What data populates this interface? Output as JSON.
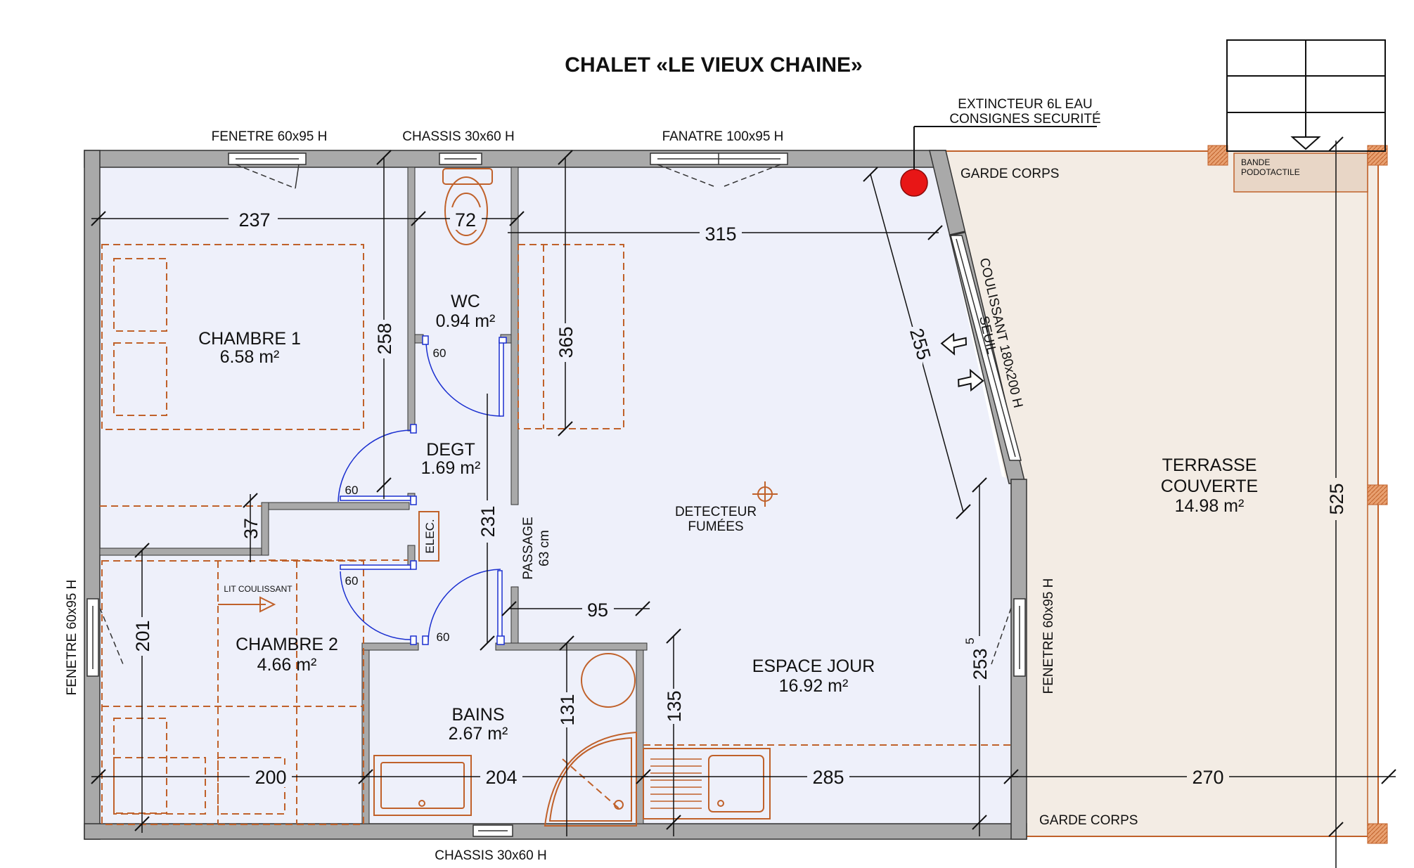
{
  "title": "CHALET «LE VIEUX CHAINE»",
  "colors": {
    "wall": "#a9a9a9",
    "floor": "#eef0fa",
    "terrace": "#f3ece4",
    "furniture": "#c0612a",
    "door": "#1a2fd0",
    "alarm": "#e81616"
  },
  "rooms": {
    "chambre1": {
      "name": "CHAMBRE 1",
      "area": "6.58 m²"
    },
    "wc": {
      "name": "WC",
      "area": "0.94 m²"
    },
    "degt": {
      "name": "DEGT",
      "area": "1.69 m²"
    },
    "chambre2": {
      "name": "CHAMBRE 2",
      "area": "4.66 m²"
    },
    "bains": {
      "name": "BAINS",
      "area": "2.67 m²"
    },
    "espace_jour": {
      "name": "ESPACE JOUR",
      "area": "16.92 m²"
    },
    "terrasse": {
      "name_line1": "TERRASSE",
      "name_line2": "COUVERTE",
      "area": "14.98 m²"
    }
  },
  "openings": {
    "fenetre_top": "FENETRE 60x95 H",
    "chassis_top": "CHASSIS 30x60 H",
    "fanatre_top": "FANATRE 100x95 H",
    "chassis_bottom": "CHASSIS 30x60 H",
    "fenetre_left": "FENETRE 60x95 H",
    "fenetre_right": "FENETRE 60x95 H",
    "coulissant_line1": "COULISSANT 180x200 H",
    "coulissant_line2": "SEUIL"
  },
  "labels": {
    "extincteur_line1": "EXTINCTEUR 6L EAU",
    "extincteur_line2": "CONSIGNES SECURITÉ",
    "garde_corps_top": "GARDE CORPS",
    "garde_corps_bottom": "GARDE CORPS",
    "bande_line1": "BANDE",
    "bande_line2": "PODOTACTILE",
    "detecteur_line1": "DETECTEUR",
    "detecteur_line2": "FUMÉES",
    "lit_coulissant": "LIT COULISSANT",
    "passage_line1": "PASSAGE",
    "passage_line2": "63 cm",
    "elec": "ELEC.",
    "door_60_a": "60",
    "door_60_b": "60",
    "door_60_c": "60",
    "door_60_d": "60"
  },
  "dimensions": {
    "d237": "237",
    "d72": "72",
    "d315": "315",
    "d258": "258",
    "d365": "365",
    "d255": "255",
    "d37": "37",
    "d231": "231",
    "d95": "95",
    "d201": "201",
    "d131": "131",
    "d135": "135",
    "d253": "253",
    "d253_sup": "5",
    "d525": "525",
    "d200": "200",
    "d204": "204",
    "d285": "285",
    "d270": "270"
  }
}
